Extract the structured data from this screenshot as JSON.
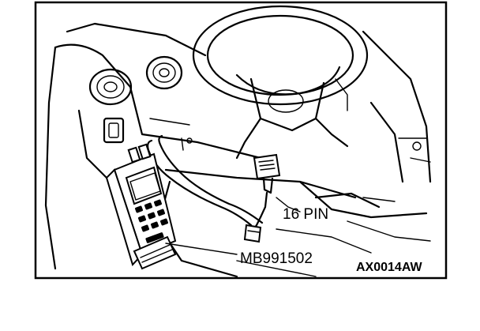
{
  "figure": {
    "callouts": {
      "connector_label": "16 PIN",
      "tool_label": "MB991502"
    },
    "figure_code": "AX0014AW"
  }
}
